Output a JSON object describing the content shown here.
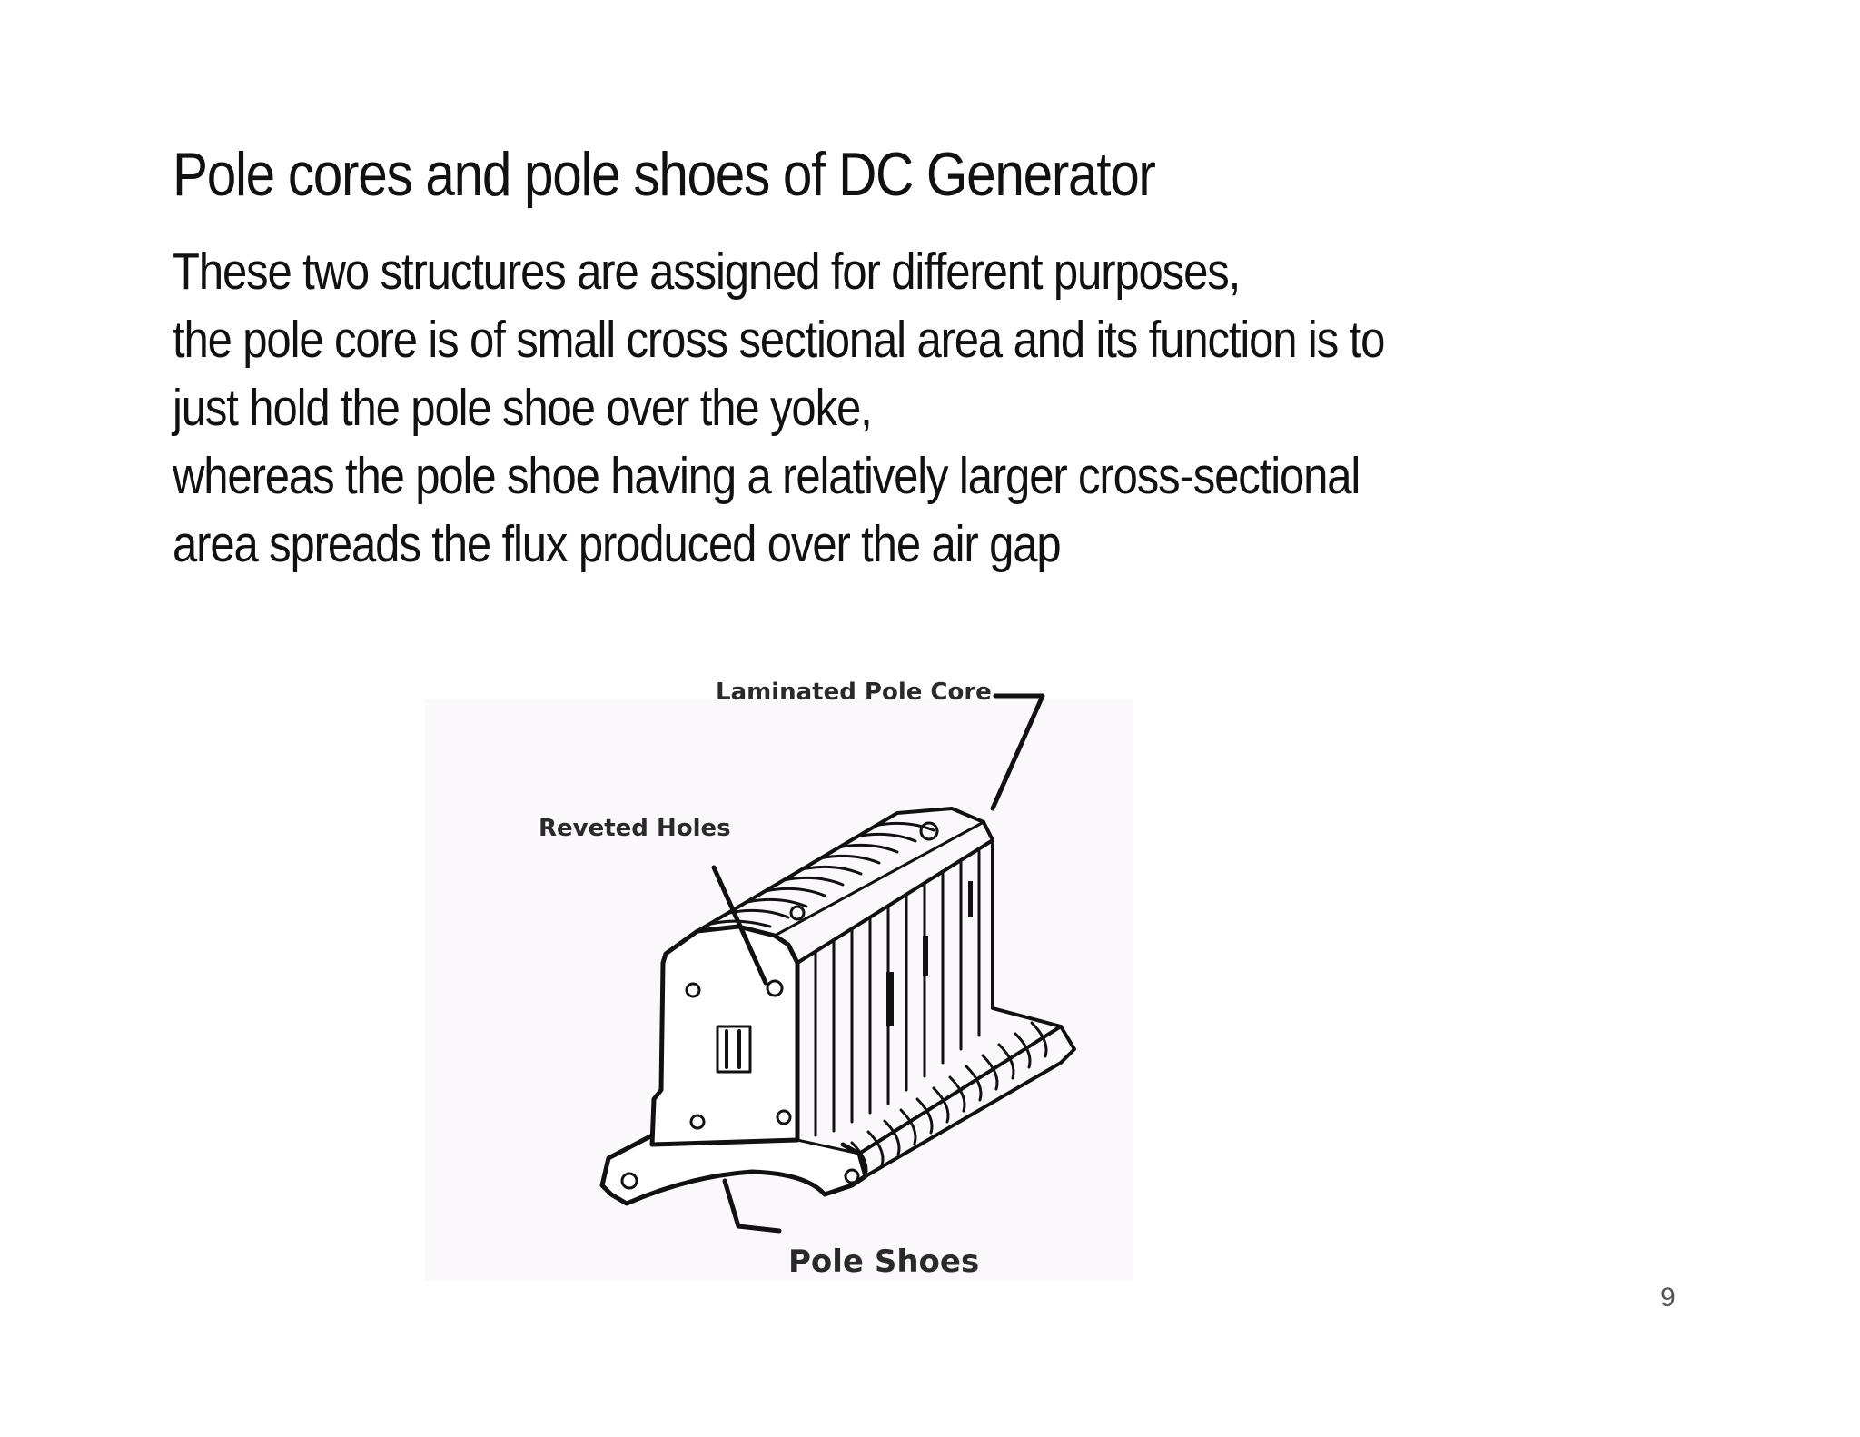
{
  "slide": {
    "title": "Pole cores and pole shoes of DC Generator",
    "body_lines": [
      "These two structures are assigned for different purposes,",
      "the pole core is of small cross sectional area and its function is to",
      "just hold the pole shoe over the yoke,",
      "whereas the pole shoe having a relatively larger cross-sectional",
      "area spreads the flux produced over the air gap"
    ],
    "page_number": "9"
  },
  "figure": {
    "labels": {
      "pole_core": "Laminated Pole Core",
      "holes": "Reveted Holes",
      "pole_shoes": "Pole Shoes"
    }
  }
}
